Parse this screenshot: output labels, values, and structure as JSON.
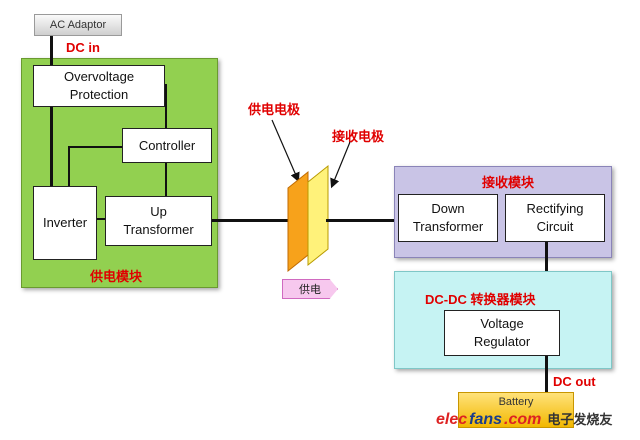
{
  "ac_adaptor": "AC Adaptor",
  "dc_in": "DC in",
  "supply_module": {
    "label": "供电模块",
    "overvoltage": "Overvoltage\nProtection",
    "controller": "Controller",
    "inverter": "Inverter",
    "up_transformer": "Up\nTransformer"
  },
  "electrodes": {
    "supply_label": "供电电极",
    "receive_label": "接收电极",
    "supply_tag": "供电"
  },
  "receive_module": {
    "label": "接收模块",
    "down_transformer": "Down\nTransformer",
    "rectifying": "Rectifying\nCircuit"
  },
  "dcdc_module": {
    "label": "DC-DC 转换器模块",
    "regulator": "Voltage\nRegulator"
  },
  "dc_out": "DC out",
  "battery": "Battery",
  "watermark": {
    "brand_a": "elec",
    "brand_b": "fans",
    "brand_c": ".com",
    "cn": "电子发烧友"
  },
  "colors": {
    "green_panel": "#92d050",
    "purple_panel": "#c9c4e6",
    "cyan_panel": "#c6f3f3",
    "label_red": "#e00000",
    "electrode_orange": "#f7a21b",
    "electrode_yellow": "#fff27a"
  }
}
